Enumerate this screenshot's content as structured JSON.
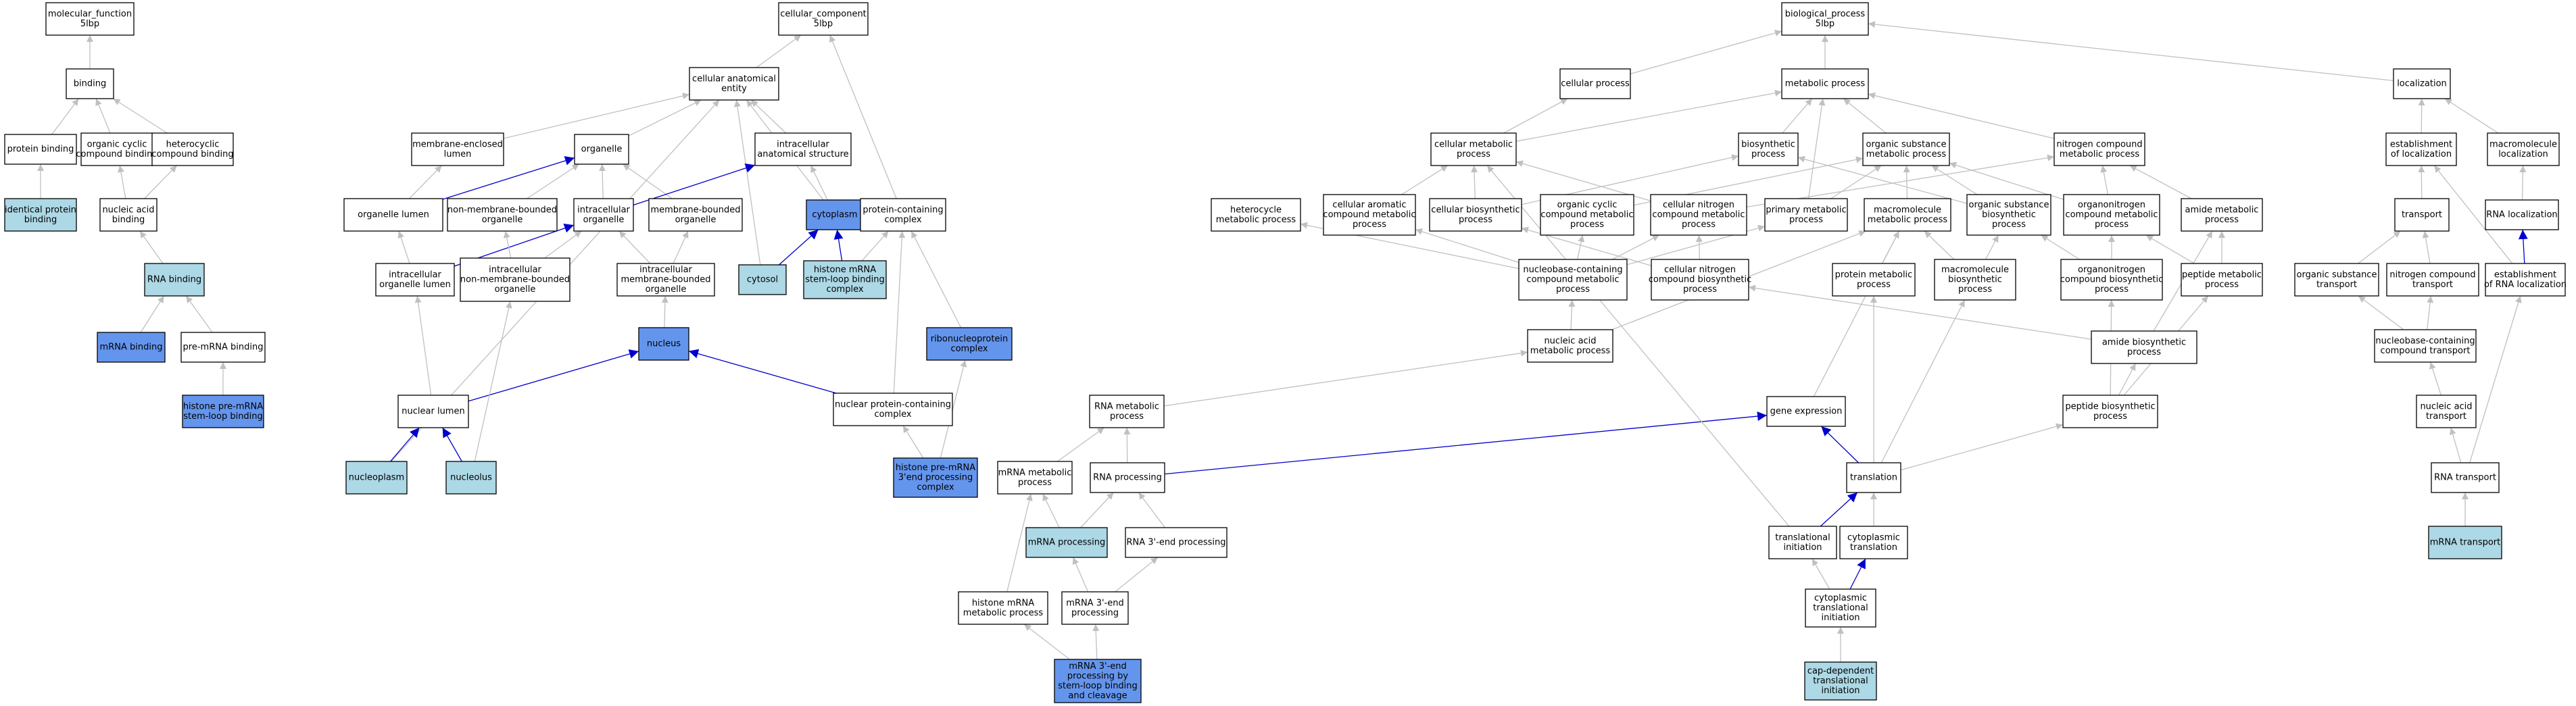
{
  "colors": {
    "node_default": "#ffffff",
    "node_light": "#add8e6",
    "node_dark": "#6495ed",
    "node_border": "#000000",
    "edge_gray": "#c0c0c0",
    "edge_blue": "#0000cd"
  },
  "nodes": [
    {
      "id": "mf",
      "lines": [
        "molecular_function",
        "5lbp"
      ],
      "fill": "white"
    },
    {
      "id": "binding",
      "lines": [
        "binding"
      ],
      "fill": "white"
    },
    {
      "id": "protbind",
      "lines": [
        "protein binding"
      ],
      "fill": "white"
    },
    {
      "id": "occb",
      "lines": [
        "organic cyclic",
        "compound binding"
      ],
      "fill": "white"
    },
    {
      "id": "hccb",
      "lines": [
        "heterocyclic",
        "compound binding"
      ],
      "fill": "white"
    },
    {
      "id": "idprot",
      "lines": [
        "identical protein",
        "binding"
      ],
      "fill": "light"
    },
    {
      "id": "nab",
      "lines": [
        "nucleic acid",
        "binding"
      ],
      "fill": "white"
    },
    {
      "id": "rnab",
      "lines": [
        "RNA binding"
      ],
      "fill": "light"
    },
    {
      "id": "mrnab",
      "lines": [
        "mRNA binding"
      ],
      "fill": "dark"
    },
    {
      "id": "premrnab",
      "lines": [
        "pre-mRNA binding"
      ],
      "fill": "white"
    },
    {
      "id": "hslb",
      "lines": [
        "histone pre-mRNA",
        "stem-loop binding"
      ],
      "fill": "dark"
    },
    {
      "id": "cc",
      "lines": [
        "cellular_component",
        "5lbp"
      ],
      "fill": "white"
    },
    {
      "id": "cae",
      "lines": [
        "cellular anatomical",
        "entity"
      ],
      "fill": "white"
    },
    {
      "id": "mel",
      "lines": [
        "membrane-enclosed",
        "lumen"
      ],
      "fill": "white"
    },
    {
      "id": "organelle",
      "lines": [
        "organelle"
      ],
      "fill": "white"
    },
    {
      "id": "ias",
      "lines": [
        "intracellular",
        "anatomical structure"
      ],
      "fill": "white"
    },
    {
      "id": "ol",
      "lines": [
        "organelle lumen"
      ],
      "fill": "white"
    },
    {
      "id": "nmbo",
      "lines": [
        "non-membrane-bounded",
        "organelle"
      ],
      "fill": "white"
    },
    {
      "id": "io",
      "lines": [
        "intracellular",
        "organelle"
      ],
      "fill": "white"
    },
    {
      "id": "mbo",
      "lines": [
        "membrane-bounded",
        "organelle"
      ],
      "fill": "white"
    },
    {
      "id": "cytoplasm",
      "lines": [
        "cytoplasm"
      ],
      "fill": "dark"
    },
    {
      "id": "pcc",
      "lines": [
        "protein-containing",
        "complex"
      ],
      "fill": "white"
    },
    {
      "id": "iol",
      "lines": [
        "intracellular",
        "organelle lumen"
      ],
      "fill": "white"
    },
    {
      "id": "inmbo",
      "lines": [
        "intracellular",
        "non-membrane-bounded",
        "organelle"
      ],
      "fill": "white"
    },
    {
      "id": "imbo",
      "lines": [
        "intracellular",
        "membrane-bounded",
        "organelle"
      ],
      "fill": "white"
    },
    {
      "id": "cytosol",
      "lines": [
        "cytosol"
      ],
      "fill": "light"
    },
    {
      "id": "hmslbc",
      "lines": [
        "histone mRNA",
        "stem-loop binding",
        "complex"
      ],
      "fill": "light"
    },
    {
      "id": "rnpc",
      "lines": [
        "ribonucleoprotein",
        "complex"
      ],
      "fill": "dark"
    },
    {
      "id": "nucleus",
      "lines": [
        "nucleus"
      ],
      "fill": "dark"
    },
    {
      "id": "nl",
      "lines": [
        "nuclear lumen"
      ],
      "fill": "white"
    },
    {
      "id": "npcc",
      "lines": [
        "nuclear protein-containing",
        "complex"
      ],
      "fill": "white"
    },
    {
      "id": "nucleoplasm",
      "lines": [
        "nucleoplasm"
      ],
      "fill": "light"
    },
    {
      "id": "nucleolus",
      "lines": [
        "nucleolus"
      ],
      "fill": "light"
    },
    {
      "id": "h3pc",
      "lines": [
        "histone pre-mRNA",
        "3'end processing",
        "complex"
      ],
      "fill": "dark"
    },
    {
      "id": "bp",
      "lines": [
        "biological_process",
        "5lbp"
      ],
      "fill": "white"
    },
    {
      "id": "cp",
      "lines": [
        "cellular process"
      ],
      "fill": "white"
    },
    {
      "id": "mp",
      "lines": [
        "metabolic process"
      ],
      "fill": "white"
    },
    {
      "id": "loc",
      "lines": [
        "localization"
      ],
      "fill": "white"
    },
    {
      "id": "cmp",
      "lines": [
        "cellular metabolic",
        "process"
      ],
      "fill": "white"
    },
    {
      "id": "biosyn",
      "lines": [
        "biosynthetic",
        "process"
      ],
      "fill": "white"
    },
    {
      "id": "osmp",
      "lines": [
        "organic substance",
        "metabolic process"
      ],
      "fill": "white"
    },
    {
      "id": "ncmp",
      "lines": [
        "nitrogen compound",
        "metabolic process"
      ],
      "fill": "white"
    },
    {
      "id": "eol",
      "lines": [
        "establishment",
        "of localization"
      ],
      "fill": "white"
    },
    {
      "id": "mml",
      "lines": [
        "macromolecule",
        "localization"
      ],
      "fill": "white"
    },
    {
      "id": "hcmp",
      "lines": [
        "heterocycle",
        "metabolic process"
      ],
      "fill": "white"
    },
    {
      "id": "cacmp",
      "lines": [
        "cellular aromatic",
        "compound metabolic",
        "process"
      ],
      "fill": "white"
    },
    {
      "id": "cbp",
      "lines": [
        "cellular biosynthetic",
        "process"
      ],
      "fill": "white"
    },
    {
      "id": "occmp",
      "lines": [
        "organic cyclic",
        "compound metabolic",
        "process"
      ],
      "fill": "white"
    },
    {
      "id": "cncmp",
      "lines": [
        "cellular nitrogen",
        "compound metabolic",
        "process"
      ],
      "fill": "white"
    },
    {
      "id": "pmp",
      "lines": [
        "primary metabolic",
        "process"
      ],
      "fill": "white"
    },
    {
      "id": "mmmp",
      "lines": [
        "macromolecule",
        "metabolic process"
      ],
      "fill": "white"
    },
    {
      "id": "osbp",
      "lines": [
        "organic substance",
        "biosynthetic",
        "process"
      ],
      "fill": "white"
    },
    {
      "id": "oncmp",
      "lines": [
        "organonitrogen",
        "compound metabolic",
        "process"
      ],
      "fill": "white"
    },
    {
      "id": "amp",
      "lines": [
        "amide metabolic",
        "process"
      ],
      "fill": "white"
    },
    {
      "id": "transport",
      "lines": [
        "transport"
      ],
      "fill": "white"
    },
    {
      "id": "rnaloc",
      "lines": [
        "RNA localization"
      ],
      "fill": "white"
    },
    {
      "id": "nbccmp",
      "lines": [
        "nucleobase-containing",
        "compound metabolic",
        "process"
      ],
      "fill": "white"
    },
    {
      "id": "cncbp",
      "lines": [
        "cellular nitrogen",
        "compound biosynthetic",
        "process"
      ],
      "fill": "white"
    },
    {
      "id": "protmp",
      "lines": [
        "protein metabolic",
        "process"
      ],
      "fill": "white"
    },
    {
      "id": "mmbp",
      "lines": [
        "macromolecule",
        "biosynthetic",
        "process"
      ],
      "fill": "white"
    },
    {
      "id": "oncbp",
      "lines": [
        "organonitrogen",
        "compound biosynthetic",
        "process"
      ],
      "fill": "white"
    },
    {
      "id": "pepmp",
      "lines": [
        "peptide metabolic",
        "process"
      ],
      "fill": "white"
    },
    {
      "id": "ost",
      "lines": [
        "organic substance",
        "transport"
      ],
      "fill": "white"
    },
    {
      "id": "nct",
      "lines": [
        "nitrogen compound",
        "transport"
      ],
      "fill": "white"
    },
    {
      "id": "erl",
      "lines": [
        "establishment",
        "of RNA localization"
      ],
      "fill": "white"
    },
    {
      "id": "namp",
      "lines": [
        "nucleic acid",
        "metabolic process"
      ],
      "fill": "white"
    },
    {
      "id": "abp",
      "lines": [
        "amide biosynthetic",
        "process"
      ],
      "fill": "white"
    },
    {
      "id": "nbcct",
      "lines": [
        "nucleobase-containing",
        "compound transport"
      ],
      "fill": "white"
    },
    {
      "id": "rnamp",
      "lines": [
        "RNA metabolic",
        "process"
      ],
      "fill": "white"
    },
    {
      "id": "ge",
      "lines": [
        "gene expression"
      ],
      "fill": "white"
    },
    {
      "id": "pepbp",
      "lines": [
        "peptide biosynthetic",
        "process"
      ],
      "fill": "white"
    },
    {
      "id": "nat",
      "lines": [
        "nucleic acid",
        "transport"
      ],
      "fill": "white"
    },
    {
      "id": "mrnamp",
      "lines": [
        "mRNA metabolic",
        "process"
      ],
      "fill": "white"
    },
    {
      "id": "rnaproc",
      "lines": [
        "RNA processing"
      ],
      "fill": "white"
    },
    {
      "id": "translation",
      "lines": [
        "translation"
      ],
      "fill": "white"
    },
    {
      "id": "rnatransport",
      "lines": [
        "RNA transport"
      ],
      "fill": "white"
    },
    {
      "id": "mrnaproc",
      "lines": [
        "mRNA processing"
      ],
      "fill": "light"
    },
    {
      "id": "rna3p",
      "lines": [
        "RNA 3'-end processing"
      ],
      "fill": "white"
    },
    {
      "id": "transinit",
      "lines": [
        "translational",
        "initiation"
      ],
      "fill": "white"
    },
    {
      "id": "cyttrans",
      "lines": [
        "cytoplasmic",
        "translation"
      ],
      "fill": "white"
    },
    {
      "id": "mrnatransport",
      "lines": [
        "mRNA transport"
      ],
      "fill": "light"
    },
    {
      "id": "hmmp",
      "lines": [
        "histone mRNA",
        "metabolic process"
      ],
      "fill": "white"
    },
    {
      "id": "m3p",
      "lines": [
        "mRNA 3'-end",
        "processing"
      ],
      "fill": "white"
    },
    {
      "id": "cti",
      "lines": [
        "cytoplasmic",
        "translational",
        "initiation"
      ],
      "fill": "white"
    },
    {
      "id": "m3psl",
      "lines": [
        "mRNA 3'-end",
        "processing by",
        "stem-loop binding",
        "and cleavage"
      ],
      "fill": "dark"
    },
    {
      "id": "cdti",
      "lines": [
        "cap-dependent",
        "translational",
        "initiation"
      ],
      "fill": "light"
    }
  ],
  "edges": [
    [
      "binding",
      "mf",
      "gray"
    ],
    [
      "protbind",
      "binding",
      "gray"
    ],
    [
      "occb",
      "binding",
      "gray"
    ],
    [
      "hccb",
      "binding",
      "gray"
    ],
    [
      "idprot",
      "protbind",
      "gray"
    ],
    [
      "nab",
      "occb",
      "gray"
    ],
    [
      "nab",
      "hccb",
      "gray"
    ],
    [
      "rnab",
      "nab",
      "gray"
    ],
    [
      "mrnab",
      "rnab",
      "gray"
    ],
    [
      "premrnab",
      "rnab",
      "gray"
    ],
    [
      "hslb",
      "premrnab",
      "gray"
    ],
    [
      "cae",
      "cc",
      "gray"
    ],
    [
      "pcc",
      "cc",
      "gray"
    ],
    [
      "mel",
      "cae",
      "gray"
    ],
    [
      "organelle",
      "cae",
      "gray"
    ],
    [
      "ias",
      "cae",
      "gray"
    ],
    [
      "cytoplasm",
      "cae",
      "gray"
    ],
    [
      "cytosol",
      "cae",
      "gray"
    ],
    [
      "nucleoplasm",
      "cae",
      "gray"
    ],
    [
      "ol",
      "mel",
      "gray"
    ],
    [
      "ol",
      "organelle",
      "blue"
    ],
    [
      "nmbo",
      "organelle",
      "gray"
    ],
    [
      "io",
      "organelle",
      "gray"
    ],
    [
      "mbo",
      "organelle",
      "gray"
    ],
    [
      "io",
      "ias",
      "blue"
    ],
    [
      "cytoplasm",
      "ias",
      "gray"
    ],
    [
      "iol",
      "ol",
      "gray"
    ],
    [
      "iol",
      "io",
      "blue"
    ],
    [
      "inmbo",
      "nmbo",
      "gray"
    ],
    [
      "inmbo",
      "io",
      "gray"
    ],
    [
      "imbo",
      "io",
      "gray"
    ],
    [
      "imbo",
      "mbo",
      "gray"
    ],
    [
      "cytosol",
      "cytoplasm",
      "blue"
    ],
    [
      "hmslbc",
      "cytoplasm",
      "blue"
    ],
    [
      "hmslbc",
      "pcc",
      "gray"
    ],
    [
      "rnpc",
      "pcc",
      "gray"
    ],
    [
      "npcc",
      "pcc",
      "gray"
    ],
    [
      "nucleus",
      "imbo",
      "gray"
    ],
    [
      "nl",
      "iol",
      "gray"
    ],
    [
      "nl",
      "nucleus",
      "blue"
    ],
    [
      "npcc",
      "nucleus",
      "blue"
    ],
    [
      "nucleoplasm",
      "nl",
      "blue"
    ],
    [
      "nucleolus",
      "nl",
      "blue"
    ],
    [
      "nucleolus",
      "inmbo",
      "gray"
    ],
    [
      "h3pc",
      "npcc",
      "gray"
    ],
    [
      "h3pc",
      "rnpc",
      "gray"
    ],
    [
      "cp",
      "bp",
      "gray"
    ],
    [
      "mp",
      "bp",
      "gray"
    ],
    [
      "loc",
      "bp",
      "gray"
    ],
    [
      "cmp",
      "cp",
      "gray"
    ],
    [
      "cmp",
      "mp",
      "gray"
    ],
    [
      "biosyn",
      "mp",
      "gray"
    ],
    [
      "osmp",
      "mp",
      "gray"
    ],
    [
      "ncmp",
      "mp",
      "gray"
    ],
    [
      "pmp",
      "mp",
      "gray"
    ],
    [
      "eol",
      "loc",
      "gray"
    ],
    [
      "mml",
      "loc",
      "gray"
    ],
    [
      "cacmp",
      "cmp",
      "gray"
    ],
    [
      "cbp",
      "cmp",
      "gray"
    ],
    [
      "cncmp",
      "cmp",
      "gray"
    ],
    [
      "cbp",
      "biosyn",
      "gray"
    ],
    [
      "osbp",
      "biosyn",
      "gray"
    ],
    [
      "occmp",
      "osmp",
      "gray"
    ],
    [
      "pmp",
      "osmp",
      "gray"
    ],
    [
      "mmmp",
      "osmp",
      "gray"
    ],
    [
      "osbp",
      "osmp",
      "gray"
    ],
    [
      "oncmp",
      "osmp",
      "gray"
    ],
    [
      "cncmp",
      "ncmp",
      "gray"
    ],
    [
      "oncmp",
      "ncmp",
      "gray"
    ],
    [
      "amp",
      "ncmp",
      "gray"
    ],
    [
      "transport",
      "eol",
      "gray"
    ],
    [
      "erl",
      "eol",
      "gray"
    ],
    [
      "rnaloc",
      "mml",
      "gray"
    ],
    [
      "nbccmp",
      "hcmp",
      "gray"
    ],
    [
      "nbccmp",
      "cacmp",
      "gray"
    ],
    [
      "nbccmp",
      "occmp",
      "gray"
    ],
    [
      "nbccmp",
      "cncmp",
      "gray"
    ],
    [
      "nbccmp",
      "pmp",
      "gray"
    ],
    [
      "cncbp",
      "cncmp",
      "gray"
    ],
    [
      "cncbp",
      "cbp",
      "gray"
    ],
    [
      "protmp",
      "mmmp",
      "gray"
    ],
    [
      "mmbp",
      "mmmp",
      "gray"
    ],
    [
      "mmbp",
      "osbp",
      "gray"
    ],
    [
      "oncbp",
      "osbp",
      "gray"
    ],
    [
      "oncbp",
      "oncmp",
      "gray"
    ],
    [
      "pepmp",
      "oncmp",
      "gray"
    ],
    [
      "pepmp",
      "amp",
      "gray"
    ],
    [
      "abp",
      "amp",
      "gray"
    ],
    [
      "ost",
      "transport",
      "gray"
    ],
    [
      "nct",
      "transport",
      "gray"
    ],
    [
      "erl",
      "rnaloc",
      "blue"
    ],
    [
      "namp",
      "nbccmp",
      "gray"
    ],
    [
      "namp",
      "mmmp",
      "gray"
    ],
    [
      "abp",
      "cncbp",
      "gray"
    ],
    [
      "pepbp",
      "oncbp",
      "gray"
    ],
    [
      "pepbp",
      "pepmp",
      "gray"
    ],
    [
      "pepbp",
      "abp",
      "gray"
    ],
    [
      "nbcct",
      "ost",
      "gray"
    ],
    [
      "nbcct",
      "nct",
      "gray"
    ],
    [
      "nat",
      "nbcct",
      "gray"
    ],
    [
      "rnamp",
      "namp",
      "gray"
    ],
    [
      "mrnamp",
      "rnamp",
      "gray"
    ],
    [
      "rnaproc",
      "rnamp",
      "gray"
    ],
    [
      "rnaproc",
      "ge",
      "blue"
    ],
    [
      "ge",
      "mmmp",
      "gray"
    ],
    [
      "translation",
      "ge",
      "blue"
    ],
    [
      "translation",
      "protmp",
      "gray"
    ],
    [
      "translation",
      "mmbp",
      "gray"
    ],
    [
      "translation",
      "pepbp",
      "gray"
    ],
    [
      "rnatransport",
      "nat",
      "gray"
    ],
    [
      "rnatransport",
      "erl",
      "gray"
    ],
    [
      "mrnaproc",
      "mrnamp",
      "gray"
    ],
    [
      "mrnaproc",
      "rnaproc",
      "gray"
    ],
    [
      "rna3p",
      "rnaproc",
      "gray"
    ],
    [
      "transinit",
      "translation",
      "blue"
    ],
    [
      "transinit",
      "cmp",
      "gray"
    ],
    [
      "cyttrans",
      "translation",
      "gray"
    ],
    [
      "mrnatransport",
      "rnatransport",
      "gray"
    ],
    [
      "hmmp",
      "mrnamp",
      "gray"
    ],
    [
      "m3p",
      "mrnaproc",
      "gray"
    ],
    [
      "m3p",
      "rna3p",
      "gray"
    ],
    [
      "cti",
      "transinit",
      "gray"
    ],
    [
      "cti",
      "cyttrans",
      "blue"
    ],
    [
      "m3psl",
      "hmmp",
      "gray"
    ],
    [
      "m3psl",
      "m3p",
      "gray"
    ],
    [
      "cdti",
      "cti",
      "gray"
    ]
  ]
}
